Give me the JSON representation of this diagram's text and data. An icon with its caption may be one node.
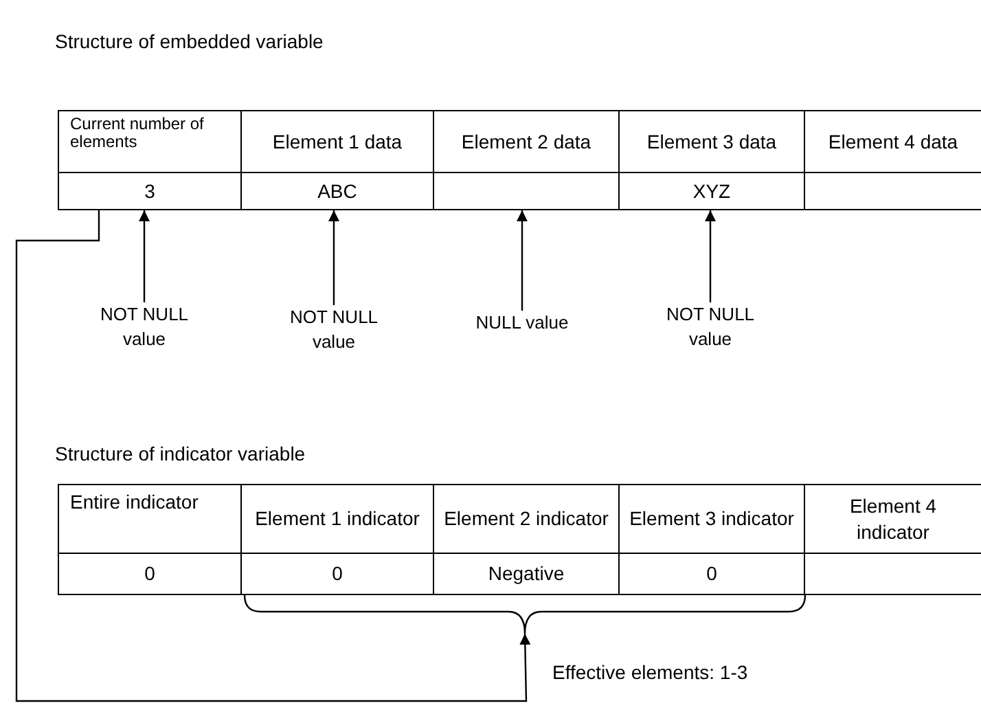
{
  "diagram": {
    "nodes": [
      {
        "text": [
          "Current number of elements"
        ]
      },
      {
        "text": [
          "Element 1 data"
        ]
      },
      {
        "text": [
          "Element 2 data"
        ]
      },
      {
        "text": [
          "Element 3 data"
        ]
      },
      {
        "text": [
          "Element 4 data"
        ]
      },
      {
        "text": [
          "3"
        ]
      },
      {
        "text": [
          "ABC"
        ]
      },
      {
        "text": [],
        "shape": "box"
      },
      {
        "text": [
          "XYZ"
        ]
      },
      {
        "text": [],
        "shape": "box"
      },
      {
        "text": [
          "NOT NULL value"
        ]
      },
      {
        "text": [
          "NOT NULL value"
        ]
      },
      {
        "text": [
          "NULL value"
        ]
      },
      {
        "text": [
          "NOT NULL value"
        ]
      },
      {
        "text": [
          "Entire indicator"
        ]
      },
      {
        "text": [
          "Element 1 indicator"
        ]
      },
      {
        "text": [
          "Element 2 indicator"
        ]
      },
      {
        "text": [
          "Element 3 indicator"
        ]
      },
      {
        "text": [
          "Element 4 indicator"
        ]
      },
      {
        "text": [
          "0"
        ]
      },
      {
        "text": [
          "0"
        ]
      },
      {
        "text": [
          "Negative"
        ]
      },
      {
        "text": [
          "0"
        ]
      },
      {
        "text": [],
        "shape": "box"
      },
      {
        "text": [],
        "shape": "brace"
      }
    ],
    "edges": [
      {
        "from": 10,
        "to": 5,
        "arrow": "to"
      },
      {
        "from": 11,
        "to": 6,
        "arrow": "to"
      },
      {
        "from": 12,
        "to": 7,
        "arrow": "to"
      },
      {
        "from": 13,
        "to": 8,
        "arrow": "to"
      },
      {
        "from": 5,
        "to": 24,
        "arrow": "to",
        "label": "Effective elements: 1-3"
      }
    ],
    "labels": [
      "Structure of embedded variable",
      "Structure of indicator variable"
    ]
  }
}
